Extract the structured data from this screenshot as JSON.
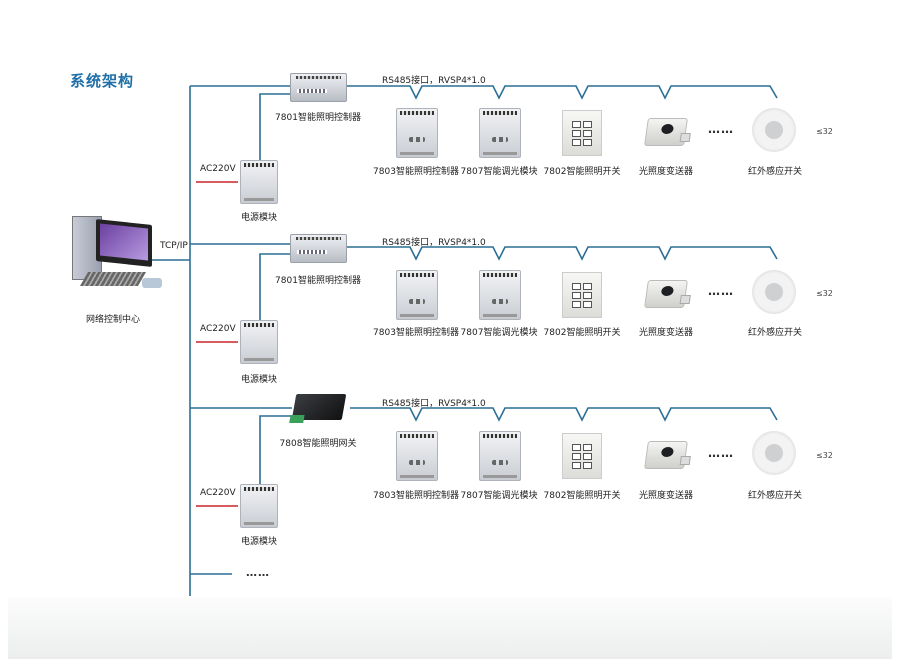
{
  "title": "系统架构",
  "colors": {
    "bus": "#2b6f95",
    "power_line": "#c8272c",
    "title": "#1f6fa8"
  },
  "center": {
    "label": "网络控制中心",
    "protocol": "TCP/IP"
  },
  "branches": [
    {
      "controller": "7801智能照明控制器",
      "power_label": "AC220V",
      "power_module": "电源模块",
      "bus_label": "RS485接口，RVSP4*1.0",
      "devices": [
        "7803智能照明控制器",
        "7807智能调光模块",
        "7802智能照明开关",
        "光照度变送器",
        "红外感应开关"
      ],
      "ellipsis": "……",
      "count": "≤32"
    },
    {
      "controller": "7801智能照明控制器",
      "power_label": "AC220V",
      "power_module": "电源模块",
      "bus_label": "RS485接口，RVSP4*1.0",
      "devices": [
        "7803智能照明控制器",
        "7807智能调光模块",
        "7802智能照明开关",
        "光照度变送器",
        "红外感应开关"
      ],
      "ellipsis": "……",
      "count": "≤32"
    },
    {
      "controller": "7808智能照明网关",
      "power_label": "AC220V",
      "power_module": "电源模块",
      "bus_label": "RS485接口，RVSP4*1.0",
      "devices": [
        "7803智能照明控制器",
        "7807智能调光模块",
        "7802智能照明开关",
        "光照度变送器",
        "红外感应开关"
      ],
      "ellipsis": "……",
      "count": "≤32"
    }
  ],
  "more_branches": "……"
}
